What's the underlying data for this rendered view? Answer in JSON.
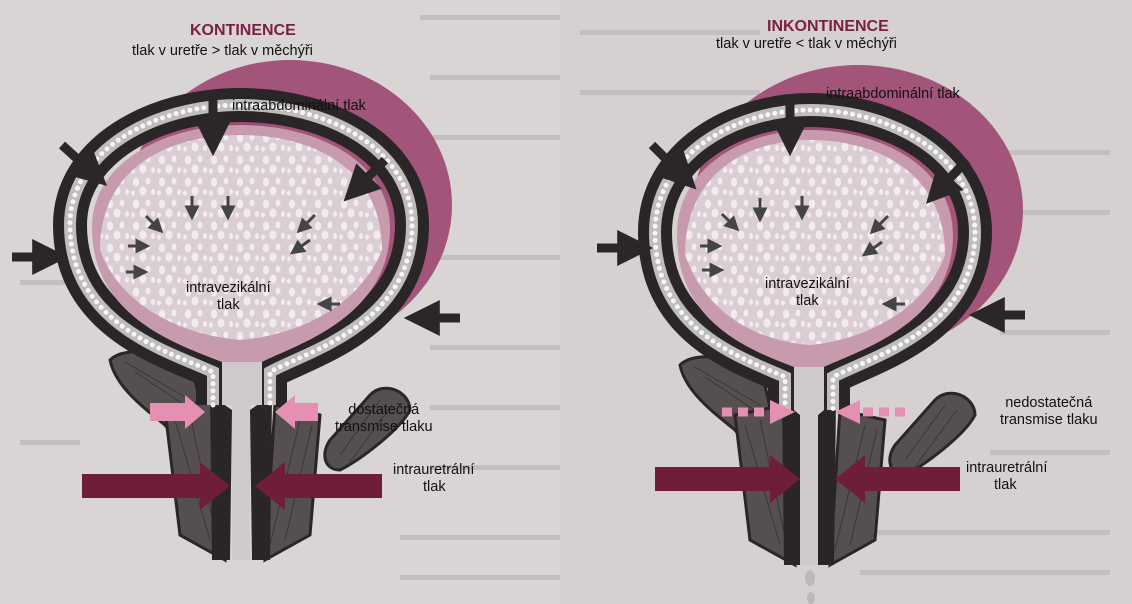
{
  "left_panel": {
    "title": "KONTINENCE",
    "subtitle": "tlak v uretře > tlak v měchýři",
    "intraabdominal_label": "intraabdominální tlak",
    "intravesical_label_line1": "intravezikální",
    "intravesical_label_line2": "tlak",
    "transmission_label_line1": "dostatečná",
    "transmission_label_line2": "transmise tlaku",
    "intraurethral_label_line1": "intrauretrální",
    "intraurethral_label_line2": "tlak"
  },
  "right_panel": {
    "title": "INKONTINENCE",
    "subtitle": "tlak v uretře < tlak v měchýři",
    "intraabdominal_label": "intraabdominální tlak",
    "intravesical_label_line1": "intravezikální",
    "intravesical_label_line2": "tlak",
    "transmission_label_line1": "nedostatečná",
    "transmission_label_line2": "transmise tlaku",
    "intraurethral_label_line1": "intrauretrální",
    "intraurethral_label_line2": "tlak"
  },
  "colors": {
    "title": "#7a1f46",
    "arrow_dark": "#2b2628",
    "arrow_maroon": "#6e1d3b",
    "arrow_pink": "#e58fb3",
    "bladder_outer": "#a3547a",
    "bladder_inner": "#c79aae",
    "wall": "#2a2526",
    "muscle": "#55504f"
  }
}
